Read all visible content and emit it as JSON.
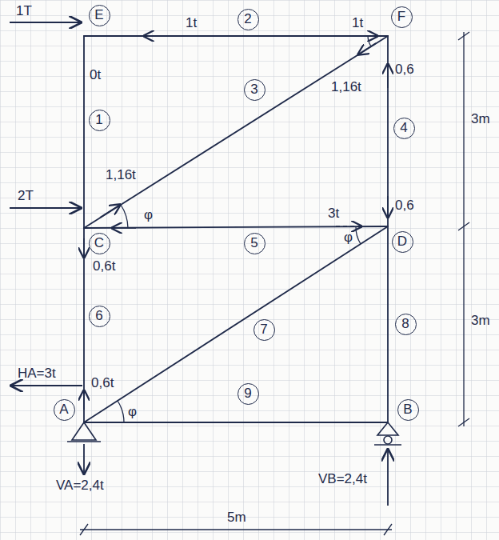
{
  "diagram": {
    "nodes": [
      {
        "text": [
          "E"
        ]
      },
      {
        "text": [
          "2"
        ]
      },
      {
        "text": [
          "F"
        ]
      },
      {
        "text": [
          "1"
        ]
      },
      {
        "text": [
          "3"
        ]
      },
      {
        "text": [
          "4"
        ]
      },
      {
        "text": [
          "C"
        ]
      },
      {
        "text": [
          "5"
        ]
      },
      {
        "text": [
          "D"
        ]
      },
      {
        "text": [
          "6"
        ]
      },
      {
        "text": [
          "7"
        ]
      },
      {
        "text": [
          "8"
        ]
      },
      {
        "text": [
          "A"
        ]
      },
      {
        "text": [
          "9"
        ]
      },
      {
        "text": [
          "B"
        ]
      }
    ],
    "labels": [
      "1T",
      "1t",
      "1t",
      "0t",
      "1,16t",
      "0,6",
      "3m",
      "1,16t",
      "φ",
      "2T",
      "3t",
      "0,6",
      "φ",
      "0,6t",
      "3m",
      "0,6t",
      "HA=3t",
      "φ",
      "VA=2,4t",
      "VB=2,4t",
      "5m"
    ]
  }
}
